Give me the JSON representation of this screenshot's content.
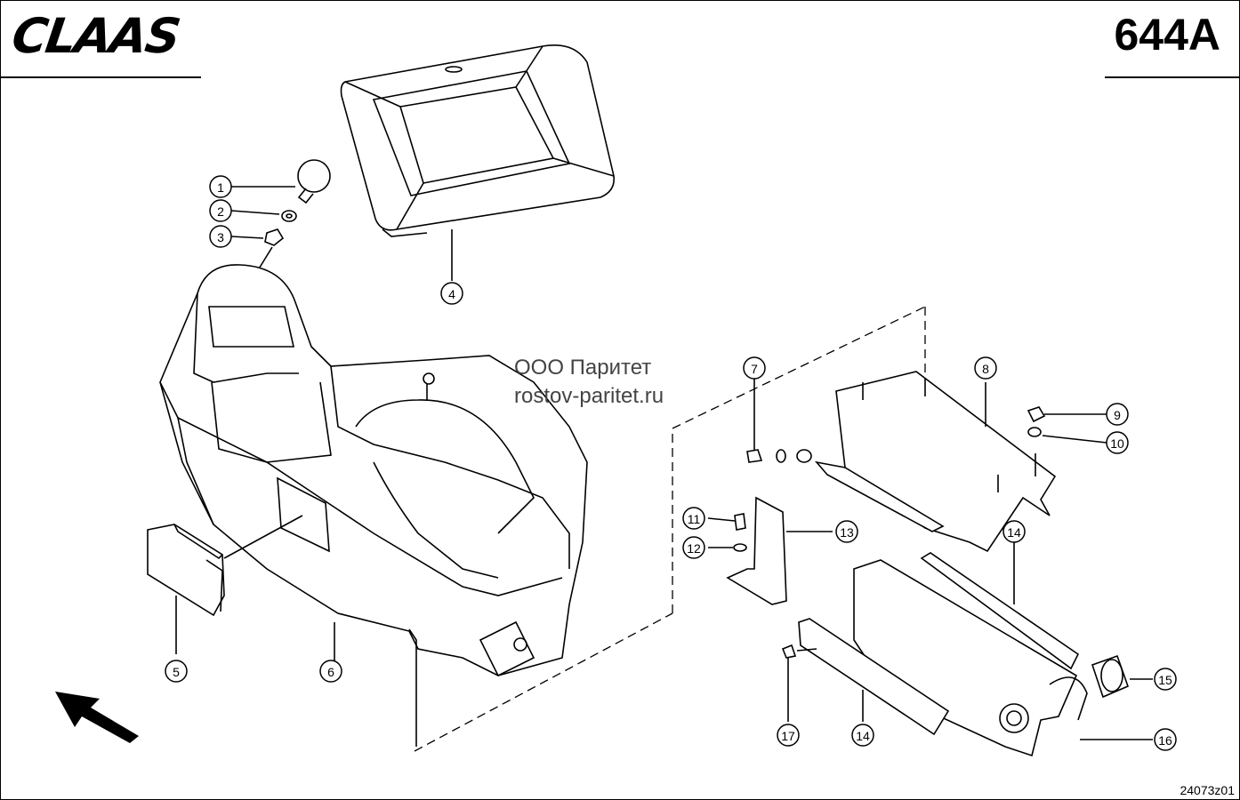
{
  "brand": "CLAAS",
  "page_number": "644A",
  "watermark": {
    "line1": "ООО Паритет",
    "line2": "rostov-paritet.ru"
  },
  "drawing_code": "24073z01",
  "callouts": [
    "1",
    "2",
    "3",
    "4",
    "5",
    "6",
    "7",
    "8",
    "9",
    "10",
    "11",
    "12",
    "13",
    "14",
    "14",
    "15",
    "16",
    "17"
  ],
  "parts": {
    "monitor": "monitor-terminal",
    "console": "console-housing",
    "bracket": "mounting-bracket",
    "rail": "slide-rail"
  }
}
